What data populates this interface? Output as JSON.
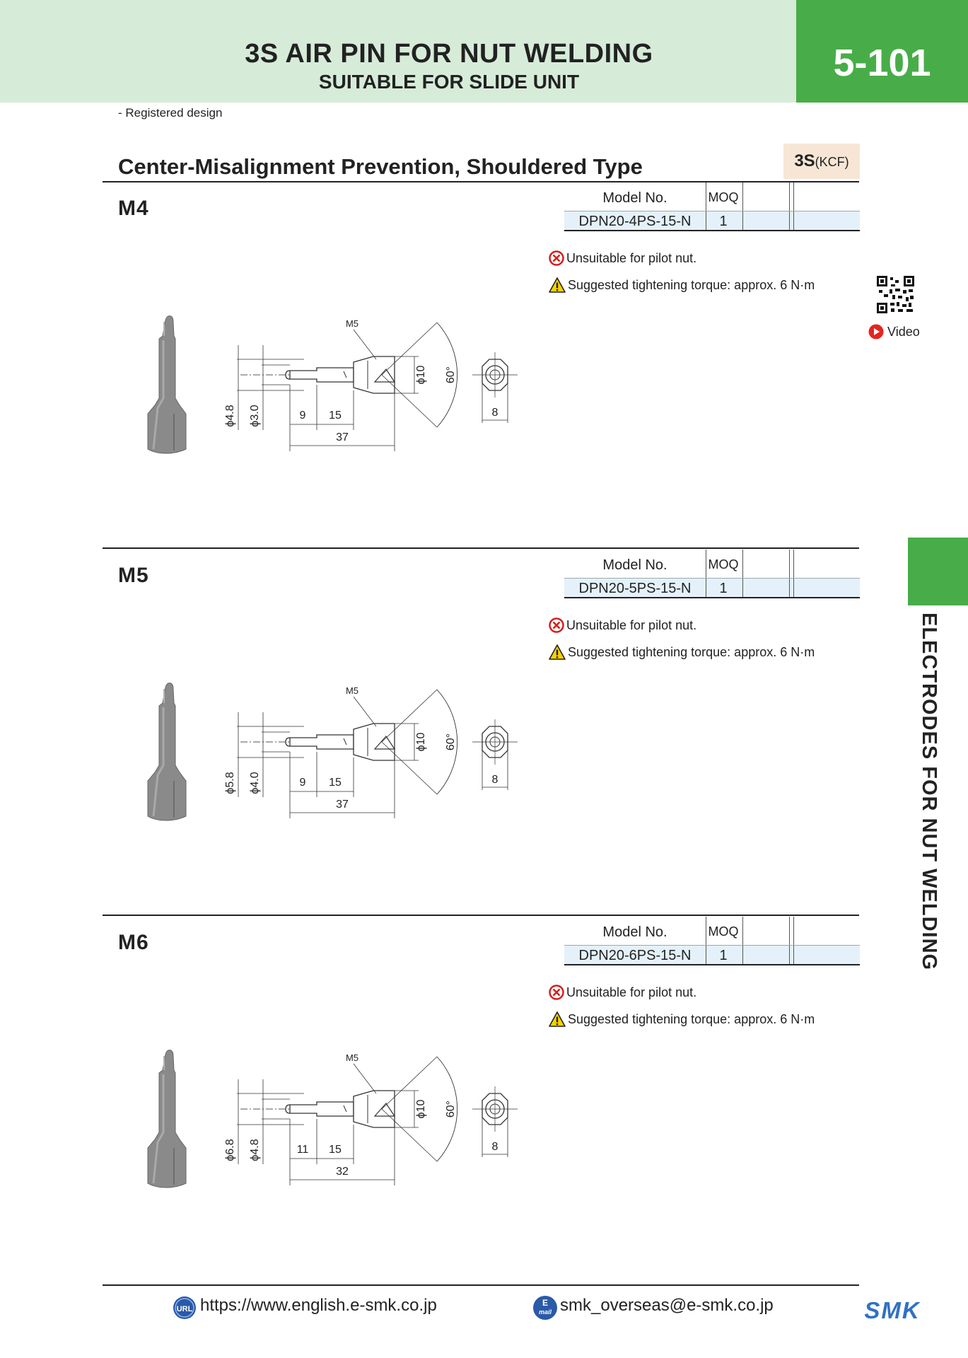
{
  "header": {
    "title": "3S AIR PIN FOR NUT WELDING",
    "subtitle": "SUITABLE FOR SLIDE UNIT",
    "page_number": "5-101",
    "registered": "- Registered design"
  },
  "section": {
    "title": "Center-Misalignment Prevention, Shouldered Type",
    "badge_main": "3S",
    "badge_sub": "(KCF)"
  },
  "table_headers": {
    "model": "Model No.",
    "moq": "MOQ"
  },
  "notes": {
    "unsuitable": "Unsuitable for pilot nut.",
    "torque": "Suggested tightening torque: approx. 6 N·m"
  },
  "video": {
    "label": "Video",
    "icon": "play-icon",
    "qr_icon": "qr-code-icon"
  },
  "sizes": [
    {
      "label": "M4",
      "model": "DPN20-4PS-15-N",
      "moq": "1",
      "dims": {
        "thread": "M5",
        "d_outer": "ϕ4.8",
        "d_inner": "ϕ3.0",
        "d_head": "ϕ10",
        "angle": "60°",
        "len_a": "9",
        "len_b": "15",
        "total": "37",
        "width": "8"
      }
    },
    {
      "label": "M5",
      "model": "DPN20-5PS-15-N",
      "moq": "1",
      "dims": {
        "thread": "M5",
        "d_outer": "ϕ5.8",
        "d_inner": "ϕ4.0",
        "d_head": "ϕ10",
        "angle": "60°",
        "len_a": "9",
        "len_b": "15",
        "total": "37",
        "width": "8"
      }
    },
    {
      "label": "M6",
      "model": "DPN20-6PS-15-N",
      "moq": "1",
      "dims": {
        "thread": "M5",
        "d_outer": "ϕ6.8",
        "d_inner": "ϕ4.8",
        "d_head": "ϕ10",
        "angle": "60°",
        "len_a": "11",
        "len_b": "15",
        "total": "32",
        "width": "8"
      }
    }
  ],
  "side_tab": {
    "text": "ELECTRODES FOR NUT WELDING",
    "color": "#48ad48"
  },
  "footer": {
    "url": "https://www.english.e-smk.co.jp",
    "url_icon": "url-icon",
    "email": "smk_overseas@e-smk.co.jp",
    "email_icon": "email-icon",
    "logo": "SMK"
  },
  "colors": {
    "header_bg": "#d6ecd9",
    "accent_green": "#48ad48",
    "badge_bg": "#f7e6d6",
    "table_row": "#e4f1fa"
  }
}
